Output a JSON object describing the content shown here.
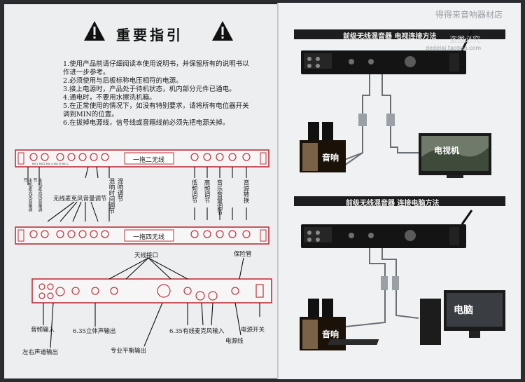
{
  "left": {
    "title": "重要指引",
    "instructions": [
      "1.使用产品前请仔细阅读本使用说明书，并保留所有的说明书以作进一步参考。",
      "2.必须使用与后板标称电压相符的电源。",
      "3.接上电源时，产品处于待机状态，机内部分元件已通电。",
      "4.通电时，不要用水擦洗机箱。",
      "5.在正常使用的情况下，如没有特别要求，请将所有电位器开关调到MIN的位置。",
      "6.在拔掉电源线，信号线或音箱线前必须先把电源关掉。"
    ],
    "panel1_display": "一拖二无线",
    "panel2_display": "一拖四无线",
    "labels": {
      "left_vert_1": "主机麦克风音量调节",
      "left_vert_2": "主机麦克风音量调节",
      "mic_volume": "无线麦克风音量调节",
      "delay": "混响时间调节",
      "echo": "混响调节",
      "bass": "低频调节",
      "treble": "高频调节",
      "music_vol": "音乐音量调节",
      "music_switch": "音源转换",
      "antenna": "天线接口",
      "fuse": "保险管",
      "audio_in": "音频输入",
      "stereo_out": "左右声道输出",
      "out_635": "6.35立体声输出",
      "balanced_out": "专业平衡输出",
      "wired_mic": "6.35有线麦克风输入",
      "power_cord": "电源线",
      "power_switch": "电源开关"
    }
  },
  "right": {
    "header1": "前级无线混音器 电视连接方法",
    "header2": "前级无线混音器 连接电脑方法",
    "speaker1": "音响",
    "speaker2": "音响",
    "tv": "电视机",
    "pc": "电脑",
    "watermark1": "得得来音响器材店",
    "watermark2": "盗图必究",
    "watermark3": "dedelai.taobao.com"
  }
}
